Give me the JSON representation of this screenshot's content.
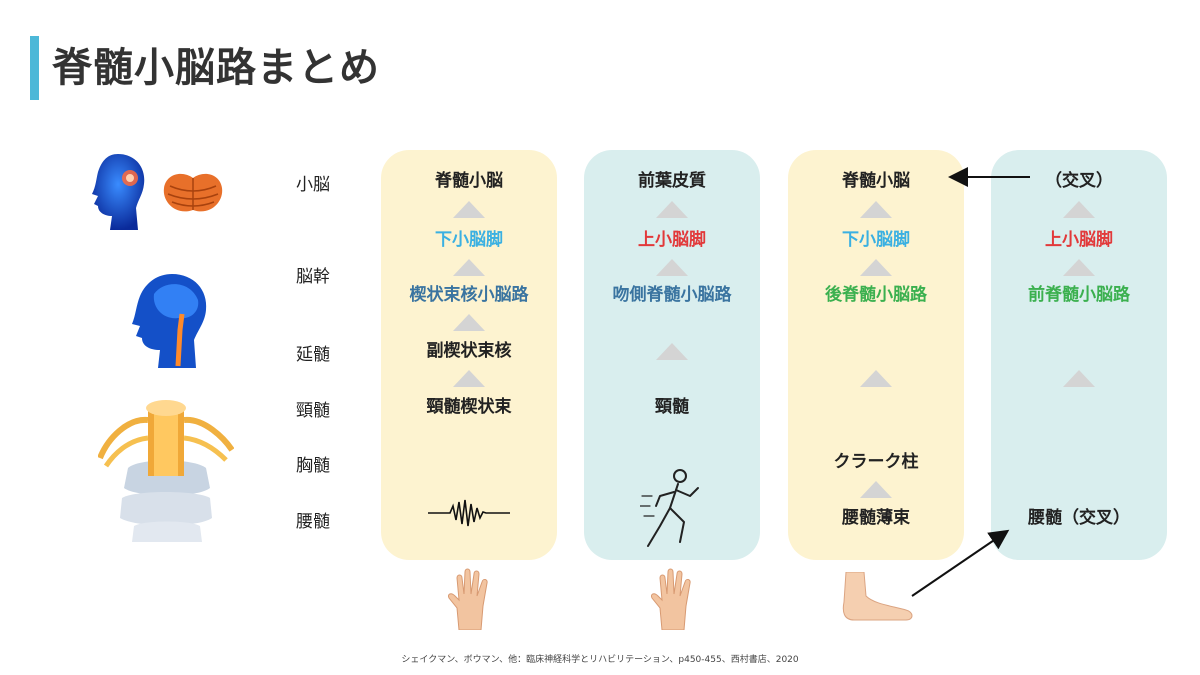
{
  "title": "脊髄小脳路まとめ",
  "levels": {
    "cerebellum": "小脳",
    "brainstem": "脳幹",
    "medulla": "延髄",
    "cervical": "頸髄",
    "thoracic": "胸髄",
    "lumbar": "腰髄"
  },
  "columns": [
    {
      "top": "脊髄小脳",
      "peduncle": "下小脳脚",
      "tract": "楔状束核小脳路",
      "nucleus": "副楔状束核",
      "origin": "頸髄楔状束"
    },
    {
      "top": "前葉皮質",
      "peduncle": "上小脳脚",
      "tract": "吻側脊髄小脳路",
      "origin": "頸髄"
    },
    {
      "top": "脊髄小脳",
      "peduncle": "下小脳脚",
      "tract": "後脊髄小脳路",
      "nucleus": "クラーク柱",
      "origin": "腰髄薄束"
    },
    {
      "top": "（交叉）",
      "peduncle": "上小脳脚",
      "tract": "前脊髄小脳路",
      "origin": "腰髄（交叉）"
    }
  ],
  "colors": {
    "accent": "#4db8d8",
    "yellow_column": "#fdf3d0",
    "teal_column": "#d9eeee",
    "inferior_peduncle": "#3ab0e2",
    "superior_peduncle": "#e2393a",
    "tract_dark": "#3a74a0",
    "tract_green": "#3bb04f",
    "arrow_gray": "#d4d4d4"
  },
  "citation": "シェイクマン、ボウマン、他：臨床神経科学とリハビリテーション、p450-455、西村書店、2020"
}
